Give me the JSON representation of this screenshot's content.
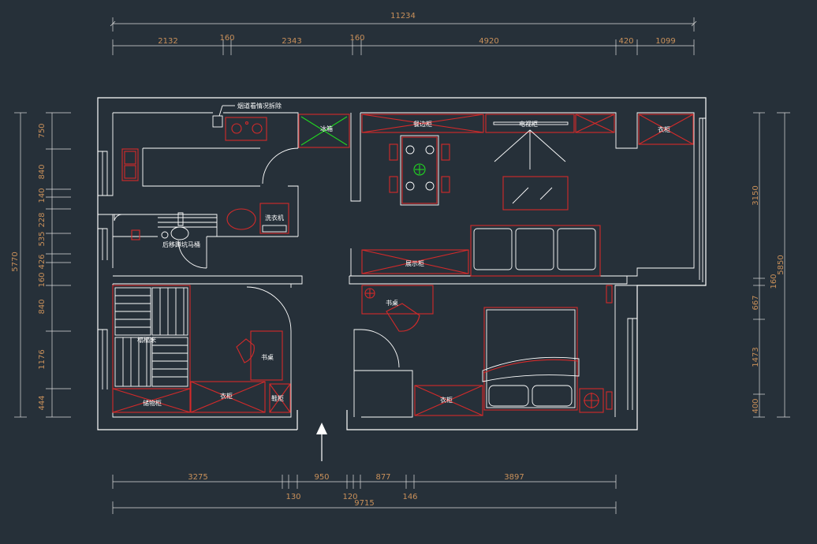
{
  "colors": {
    "background": "#263039",
    "wall": "#ffffff",
    "furniture": "#d42a2a",
    "dimension": "#c9905a",
    "plant": "#21d421"
  },
  "dimensions": {
    "top_total": "11234",
    "top_segments": [
      "2132",
      "160",
      "2343",
      "160",
      "4920",
      "420",
      "1099"
    ],
    "bottom_segments": [
      "3275",
      "950",
      "877",
      "3897"
    ],
    "bottom_small": [
      "130",
      "120",
      "146"
    ],
    "bottom_total": "9715",
    "left_total": "5770",
    "left_segments": [
      "750",
      "840",
      "140",
      "228",
      "535",
      "426",
      "160",
      "840",
      "1176",
      "444"
    ],
    "right_total": "5850",
    "right_segments": [
      "3150",
      "160",
      "667",
      "1473",
      "400"
    ]
  },
  "labels": {
    "flue_note": "烟道看情况拆除",
    "fridge": "冰箱",
    "dining_cabinet": "餐边柜",
    "tv_cabinet": "电视柜",
    "wardrobe_top_right": "衣柜",
    "washer": "洗衣机",
    "toilet_note": "后移蹲坑马桶",
    "display_cabinet": "展示柜",
    "desk_right": "书桌",
    "tatami": "榻榻米",
    "desk_left": "书桌",
    "storage_cabinet": "储物柜",
    "wardrobe_left": "衣柜",
    "shoe_cabinet": "鞋柜",
    "wardrobe_bottom": "衣柜"
  }
}
